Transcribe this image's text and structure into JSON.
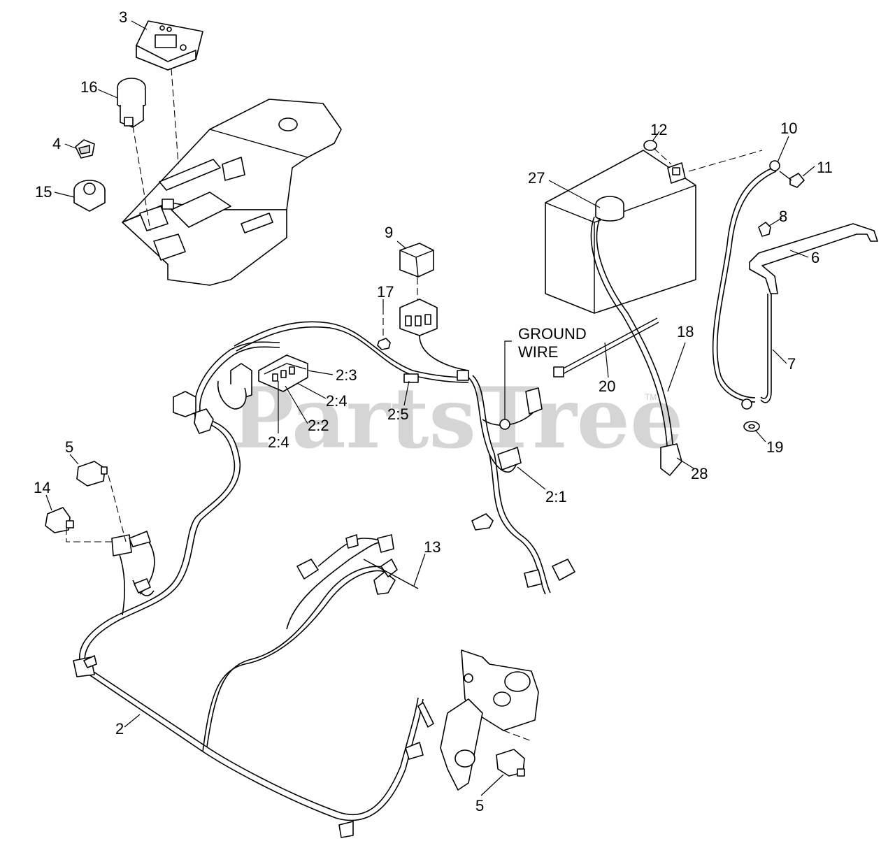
{
  "watermark": {
    "text": "PartsTree",
    "trademark": "TM"
  },
  "callouts": {
    "c3": "3",
    "c16": "16",
    "c4": "4",
    "c15": "15",
    "c9": "9",
    "c17": "17",
    "c12": "12",
    "c10": "10",
    "c11": "11",
    "c27": "27",
    "c8": "8",
    "c6": "6",
    "c7": "7",
    "c18": "18",
    "c20": "20",
    "c19": "19",
    "c28": "28",
    "c2_3": "2:3",
    "c2_4a": "2:4",
    "c2_4b": "2:4",
    "c2_2": "2:2",
    "c2_5": "2:5",
    "c2_1": "2:1",
    "c5a": "5",
    "c14": "14",
    "c13": "13",
    "c2": "2",
    "c5b": "5",
    "ground_line1": "GROUND",
    "ground_line2": "WIRE"
  }
}
